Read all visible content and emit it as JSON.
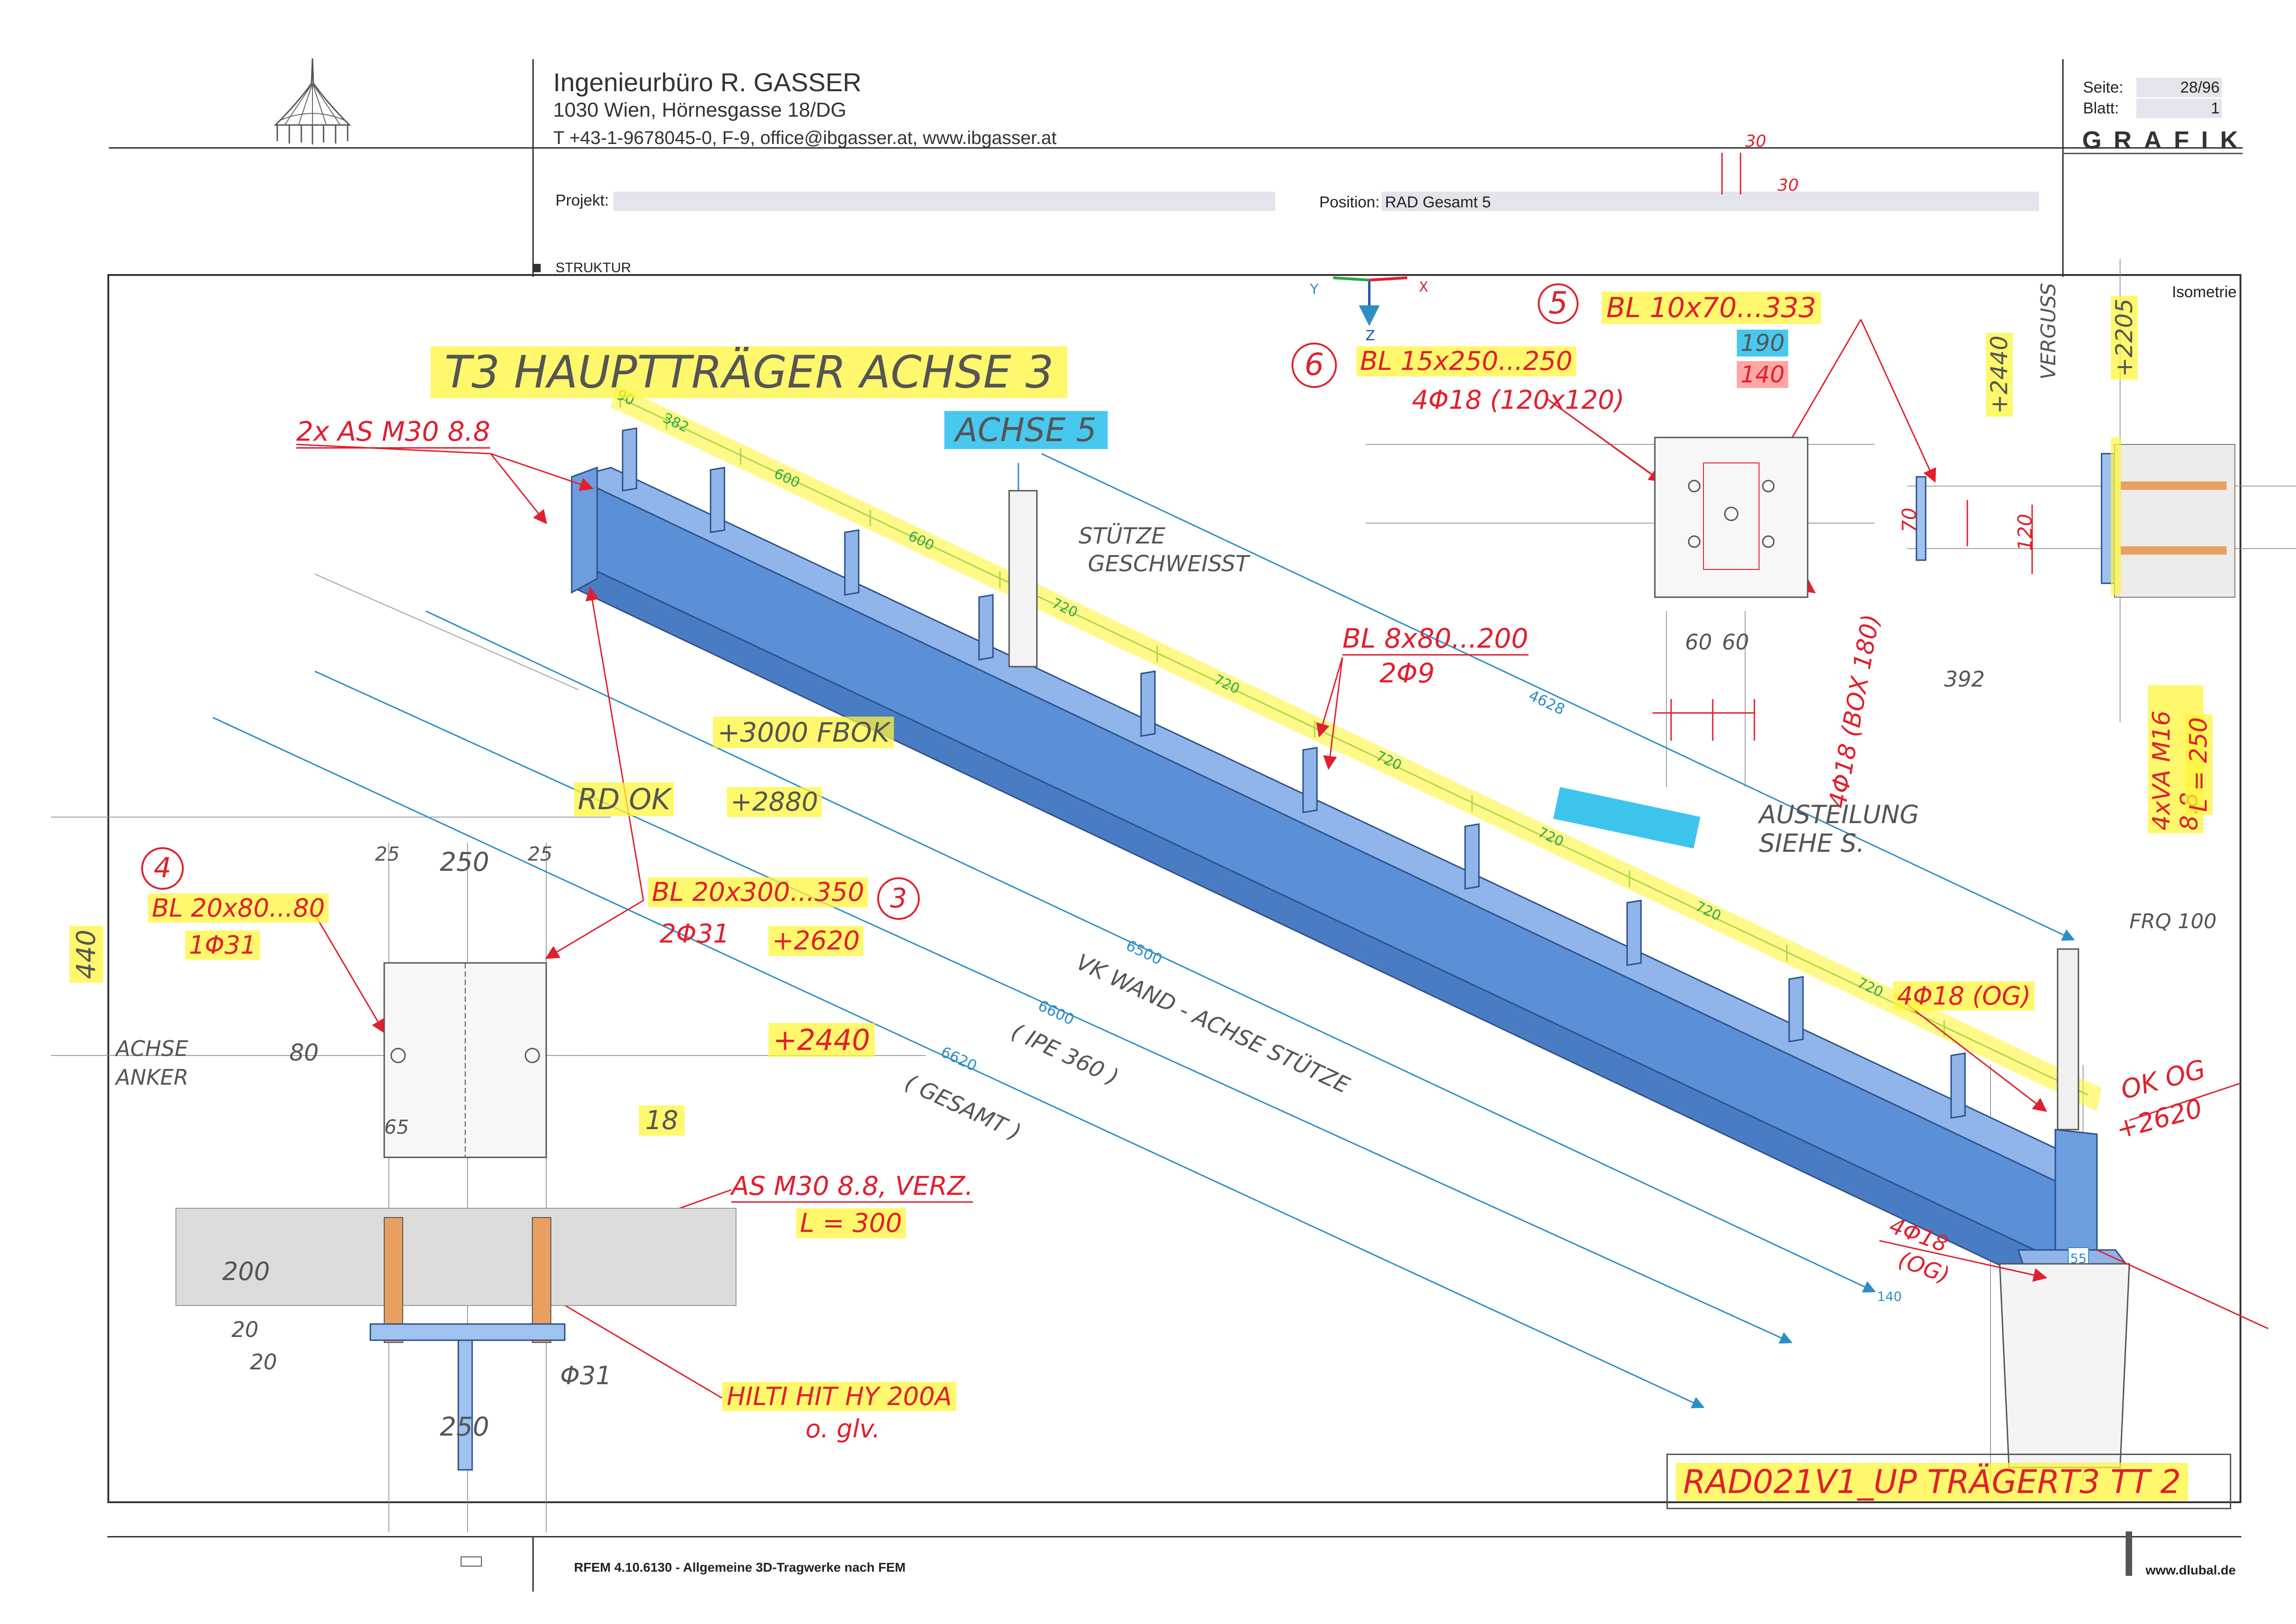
{
  "header": {
    "company_name": "Ingenieurbüro R. GASSER",
    "address": "1030 Wien, Hörnesgasse 18/DG",
    "contact": "T +43-1-9678045-0,  F-9,  office@ibgasser.at,  www.ibgasser.at",
    "seite_label": "Seite:",
    "seite_value": "28/96",
    "blatt_label": "Blatt:",
    "blatt_value": "1",
    "section_title": "GRAFIK",
    "projekt_label": "Projekt:",
    "position_label": "Position:",
    "position_value": "RAD Gesamt 5",
    "struktur_label": "STRUKTUR",
    "view_label": "Isometrie"
  },
  "footer": {
    "software": "RFEM 4.10.6130 - Allgemeine 3D-Tragwerke nach FEM",
    "website": "www.dlubal.de"
  },
  "axes": {
    "x": "X",
    "y": "Y",
    "z": "Z"
  },
  "model_dimensions": {
    "top_segments": [
      "90",
      "382",
      "600",
      "600",
      "720",
      "720",
      "720",
      "720",
      "720",
      "720"
    ],
    "lengths": [
      "4628",
      "6500",
      "6600",
      "6620"
    ],
    "end_labels": [
      "55",
      "140"
    ]
  },
  "annotations": {
    "title": "T3  HAUPTTRÄGER  ACHSE 3",
    "axis_note": "ACHSE 5",
    "anchor_top": "2x AS M30 8.8",
    "plate5_num": "5",
    "plate5": "BL 10x70...333",
    "plate5_v1": "190",
    "plate5_v2": "140",
    "plate6_num": "6",
    "plate6_a": "BL 15x250...250",
    "plate6_b": "4Φ18 (120x120)",
    "col_welded_1": "STÜTZE",
    "col_welded_2": "GESCHWEISST",
    "plate_mid_a": "BL 8x80...200",
    "plate_mid_b": "2Φ9",
    "level_fbok": "+3000 FBOK",
    "level_rdok": "RD OK",
    "level_rdok_val": "+2880",
    "detail_note_1": "AUSTEILUNG",
    "detail_note_2": "SIEHE S.",
    "plate4_num": "4",
    "plate4_a": "BL 20x80...80",
    "plate4_b": "1Φ31",
    "plate3_a": "BL 20x300...350",
    "plate3_num": "3",
    "plate3_b": "2Φ31",
    "plate3_level": "+2620",
    "level_2440": "+2440",
    "dim_18": "18",
    "dim_440": "440",
    "achse_anker_1": "ACHSE",
    "achse_anker_2": "ANKER",
    "vk_note": "VK WAND - ACHSE STÜTZE",
    "ipe_note": "( IPE 360 )",
    "gesamt_note": "( GESAMT )",
    "anchor_bottom_a": "AS M30 8.8, VERZ.",
    "anchor_bottom_b": "L = 300",
    "hilti_a": "HILTI HIT HY 200A",
    "hilti_b": "o. glv.",
    "phi31": "Φ31",
    "d200": "200",
    "d20a": "20",
    "d20b": "20",
    "d250_top": "250",
    "d250_bottom": "250",
    "d80": "80",
    "d25a": "25",
    "d25b": "25",
    "d60a": "60",
    "d60b": "60",
    "d65": "65",
    "fra100": "FRQ 100",
    "ok_og": "OK OG",
    "ok_og_val": "+2620",
    "phi18_og": "4Φ18 (OG)",
    "phi18_og_b": "4Φ18",
    "phi18_og_c": "(OG)",
    "phi18_side": "4Φ18 (BOX 180)",
    "d2440": "+2440",
    "d2205": "+2205",
    "verguss": "VERGUSS",
    "d392": "392",
    "d70": "70",
    "d120": "120",
    "d30": "30",
    "d30b": "30",
    "m16": "4xVA M16 8.8",
    "m16_l": "L = 250",
    "drawing_ref": "RAD021V1_UP TRÄGERT3 TT 2"
  }
}
